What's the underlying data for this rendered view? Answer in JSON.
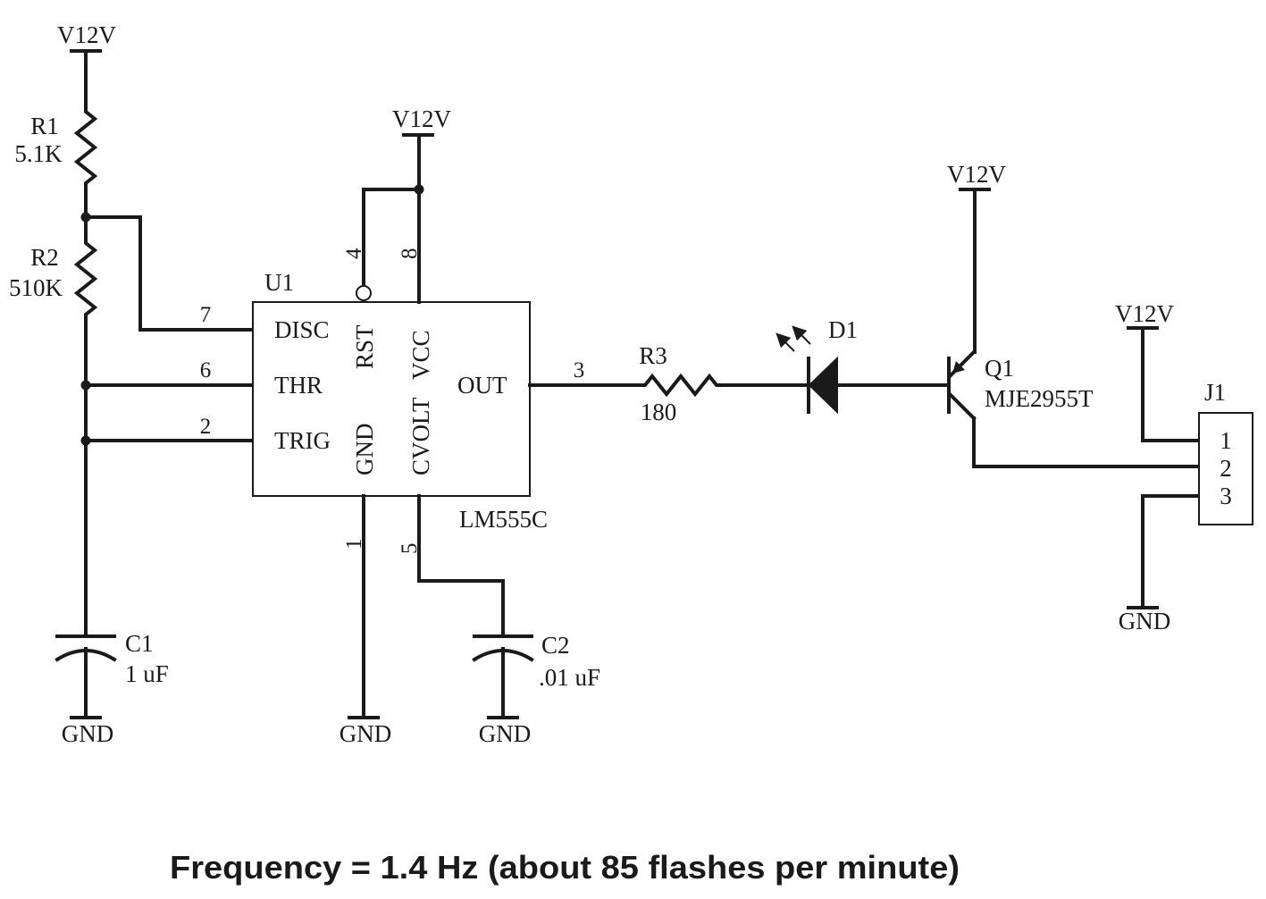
{
  "supply": "V12V",
  "ground": "GND",
  "r1": {
    "ref": "R1",
    "value": "5.1K"
  },
  "r2": {
    "ref": "R2",
    "value": "510K"
  },
  "r3": {
    "ref": "R3",
    "value": "180"
  },
  "c1": {
    "ref": "C1",
    "value": "1 uF"
  },
  "c2": {
    "ref": "C2",
    "value": ".01 uF"
  },
  "u1": {
    "ref": "U1",
    "part": "LM555C",
    "pins": {
      "disc": "DISC",
      "thr": "THR",
      "trig": "TRIG",
      "rst": "RST",
      "vcc": "VCC",
      "gnd": "GND",
      "cvolt": "CVOLT",
      "out": "OUT"
    },
    "pin_numbers": {
      "disc": "7",
      "thr": "6",
      "trig": "2",
      "rst": "4",
      "vcc": "8",
      "gnd": "1",
      "cvolt": "5",
      "out": "3"
    }
  },
  "d1": {
    "ref": "D1"
  },
  "q1": {
    "ref": "Q1",
    "part": "MJE2955T"
  },
  "j1": {
    "ref": "J1",
    "pins": [
      "1",
      "2",
      "3"
    ]
  },
  "caption": "Frequency = 1.4 Hz  (about 85 flashes per minute)"
}
